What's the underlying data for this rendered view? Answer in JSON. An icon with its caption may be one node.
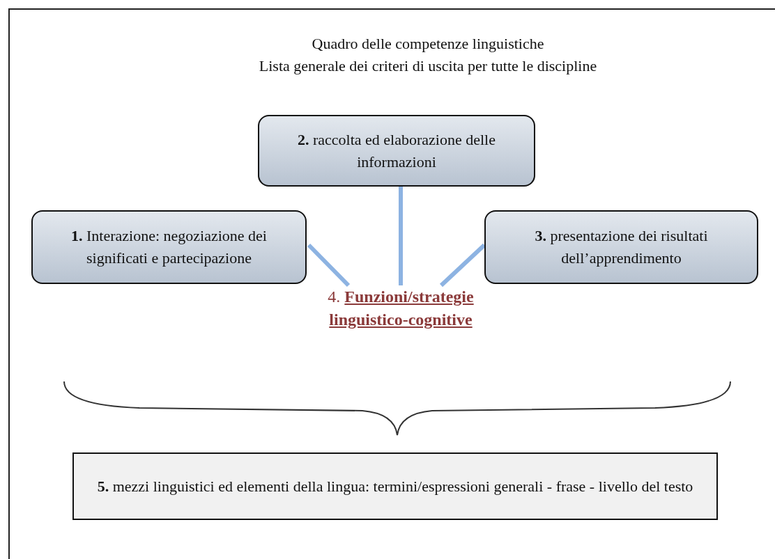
{
  "diagram": {
    "title": "Quadro delle competenze linguistiche",
    "nodes": [
      {
        "text": [
          "**2.** raccolta ed elaborazione delle informazioni"
        ]
      },
      {
        "text": [
          "**1.** Interazione: negoziazione dei significati e partecipazione"
        ]
      },
      {
        "text": [
          "**3.** presentazione dei risultati dell’apprendimento"
        ]
      },
      {
        "text": [
          "4. **Funzioni/strategie linguistico-cognitive**"
        ]
      },
      {
        "text": [
          "**5.** mezzi linguistici ed elementi della lingua: termini/espressioni generali - frase - livello del testo"
        ]
      }
    ],
    "edges": [
      {
        "from": 0,
        "to": 3,
        "arrow": "none"
      },
      {
        "from": 1,
        "to": 3,
        "arrow": "none"
      },
      {
        "from": 2,
        "to": 3,
        "arrow": "none"
      }
    ],
    "labels": [
      "Lista generale dei criteri di uscita per tutte le discipline"
    ]
  }
}
